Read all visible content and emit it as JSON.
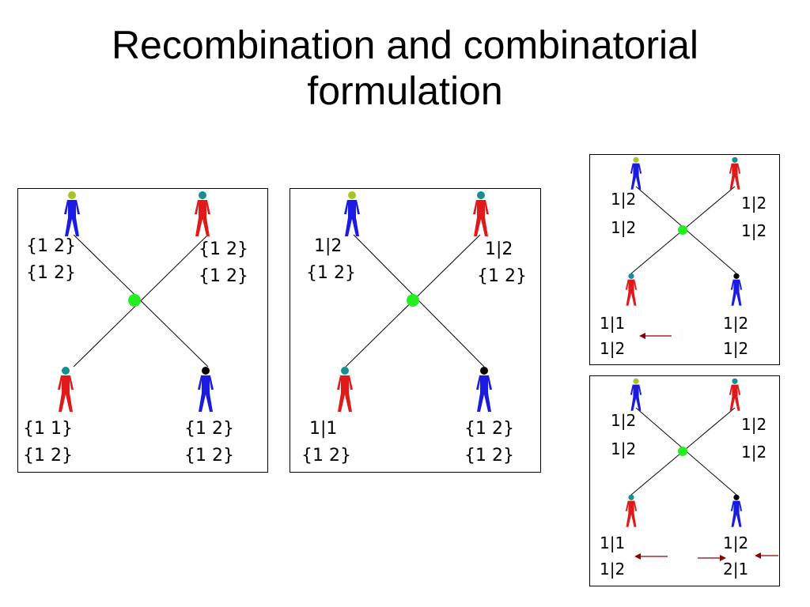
{
  "title": {
    "line1": "Recombination and combinatorial",
    "line2": "formulation"
  },
  "colors": {
    "blue": "#1a1ae0",
    "red": "#e01a1a",
    "green": "#22ee22",
    "head_olive": "#a8c42a",
    "head_teal": "#178f8f",
    "head_black": "#000000",
    "arrow": "#8b0000"
  },
  "panels": [
    {
      "labels": {
        "father_line1": "{1 2}",
        "father_line2": "{1 2}",
        "mother_line1": "{1 2}",
        "mother_line2": "{1 2}",
        "daughter_line1": "{1 1}",
        "daughter_line2": "{1 2}",
        "son_line1": "{1 2}",
        "son_line2": "{1 2}"
      }
    },
    {
      "labels": {
        "father_line1": "1|2",
        "father_line2": "{1 2}",
        "mother_line1": "1|2",
        "mother_line2": "{1 2}",
        "daughter_line1": "1|1",
        "daughter_line2": "{1 2}",
        "son_line1": "{1 2}",
        "son_line2": "{1 2}"
      }
    },
    {
      "labels": {
        "father_line1": "1|2",
        "father_line2": "1|2",
        "mother_line1": "1|2",
        "mother_line2": "1|2",
        "daughter_line1": "1|1",
        "daughter_line2": "1|2",
        "son_line1": "1|2",
        "son_line2": "1|2"
      }
    },
    {
      "labels": {
        "father_line1": "1|2",
        "father_line2": "1|2",
        "mother_line1": "1|2",
        "mother_line2": "1|2",
        "daughter_line1": "1|1",
        "daughter_line2": "1|2",
        "son_line1": "1|2",
        "son_line2": "2|1"
      }
    }
  ]
}
